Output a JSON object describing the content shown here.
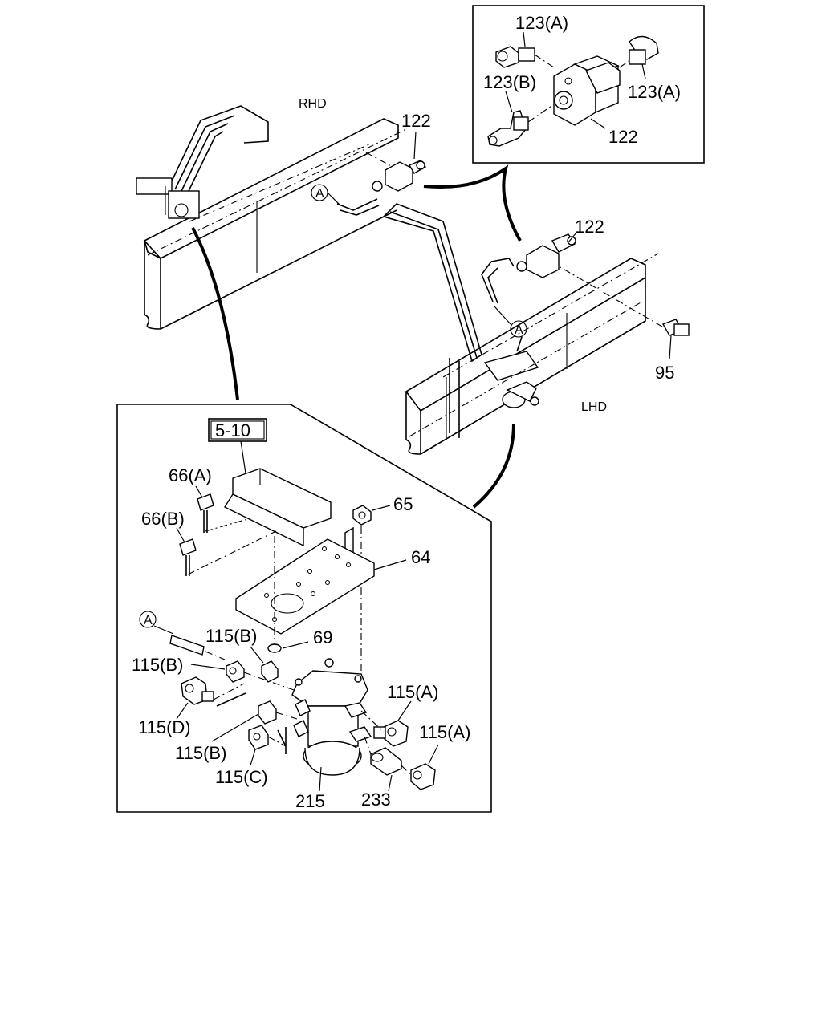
{
  "diagram": {
    "orientation_labels": {
      "rhd": "RHD",
      "lhd": "LHD"
    },
    "ref_box": "5-10",
    "callout_letter": "A",
    "part_numbers": {
      "p122_top": "122",
      "p122_mid": "122",
      "p122_inset": "122",
      "p123a_top": "123(A)",
      "p123a_right": "123(A)",
      "p123b": "123(B)",
      "p95": "95",
      "p66a": "66(A)",
      "p66b": "66(B)",
      "p65": "65",
      "p64": "64",
      "p69": "69",
      "p115b_1": "115(B)",
      "p115b_2": "115(B)",
      "p115b_3": "115(B)",
      "p115a_1": "115(A)",
      "p115a_2": "115(A)",
      "p115d": "115(D)",
      "p115c": "115(C)",
      "p215": "215",
      "p233": "233"
    }
  }
}
